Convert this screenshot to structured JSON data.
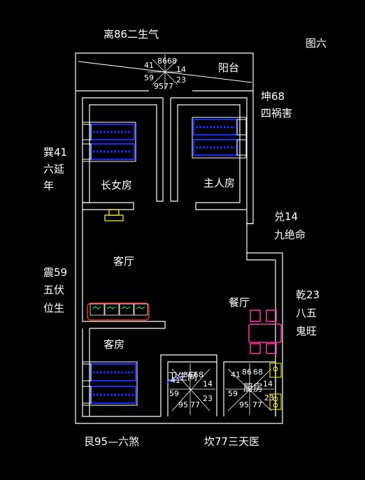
{
  "figure_label": "图六",
  "directions": {
    "south": "离86二生气",
    "southwest": [
      "坤68",
      "四祸害"
    ],
    "southeast": [
      "巽41",
      "六延",
      "年"
    ],
    "west": [
      "兑14",
      "九绝命"
    ],
    "east": [
      "震59",
      "五伏",
      "位生"
    ],
    "northwest": [
      "乾23",
      "八五",
      "鬼旺"
    ],
    "northeast": "艮95—六煞",
    "north": "坎77三天医"
  },
  "rooms": {
    "balcony": "阳台",
    "eldest_daughter_room": "长女房",
    "master_room": "主人房",
    "living_room": "客厅",
    "dining_room": "餐厅",
    "guest_room": "客房",
    "bathroom": "卫生间",
    "kitchen": "厨房"
  },
  "compass_numbers": [
    "86",
    "68",
    "14",
    "23",
    "77",
    "95",
    "59",
    "41"
  ],
  "colors": {
    "wall": "#ffffff",
    "bed": "#1a2bff",
    "table": "#ff3aa8",
    "plant_box": "#ff3030",
    "lamp": "#ffff40",
    "kitchen_fixture": "#ffff00",
    "text": "#ffffff"
  }
}
